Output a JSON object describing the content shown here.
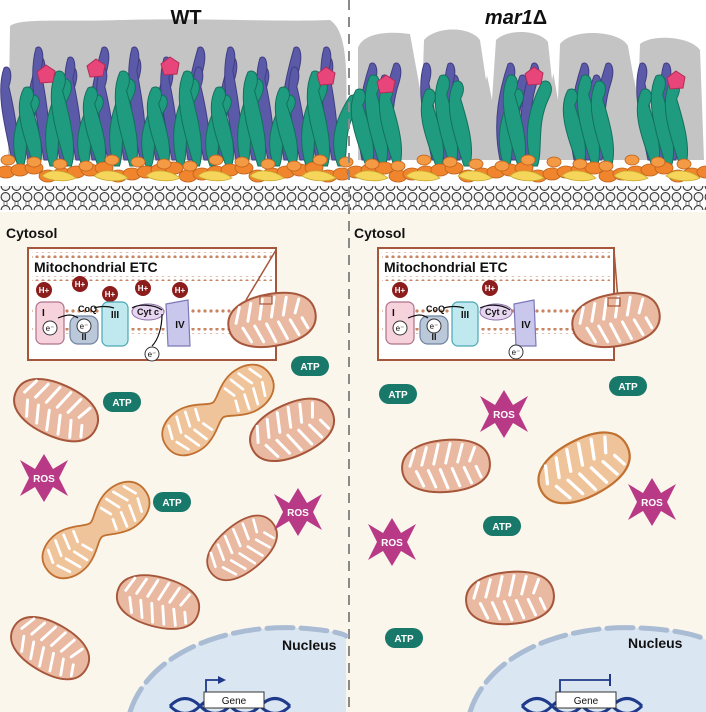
{
  "panels": {
    "left": {
      "title": "WT",
      "compartment_label": "Cytosol",
      "etc_title": "Mitochondrial ETC",
      "nucleus_label": "Nucleus",
      "gene_label": "Gene",
      "atp_labels": [
        "ATP",
        "ATP",
        "ATP"
      ],
      "ros_labels": [
        "ROS",
        "ROS"
      ]
    },
    "right": {
      "title_italic": "mar1",
      "title_symbol": "Δ",
      "compartment_label": "Cytosol",
      "etc_title": "Mitochondrial ETC",
      "nucleus_label": "Nucleus",
      "gene_label": "Gene",
      "atp_labels": [
        "ATP",
        "ATP",
        "ATP",
        "ATP"
      ],
      "ros_labels": [
        "ROS",
        "ROS",
        "ROS"
      ]
    }
  },
  "etc": {
    "protons": [
      "H+",
      "H+",
      "H+",
      "H+",
      "H+"
    ],
    "complexes": [
      "I",
      "II",
      "III",
      "IV"
    ],
    "coq": "CoQ",
    "cytc": "Cyt c",
    "electron": "e⁻"
  },
  "colors": {
    "cytosol_bg": "#fbf6ec",
    "cell_wall_gray": "#c4c4c4",
    "mannoprotein_teal": "#1f9c80",
    "mannoprotein_purple": "#5b5aa8",
    "glycan_pink": "#e8457a",
    "glucan_orange": "#f0852d",
    "chitin_yellow": "#f5d65a",
    "mito_fill": "#e9b9a1",
    "mito_outline": "#a6563a",
    "atp_teal": "#18786a",
    "ros_magenta": "#b83a86",
    "nucleus_blue": "#dbe6f3",
    "etc_box_outline": "#a6563a"
  }
}
